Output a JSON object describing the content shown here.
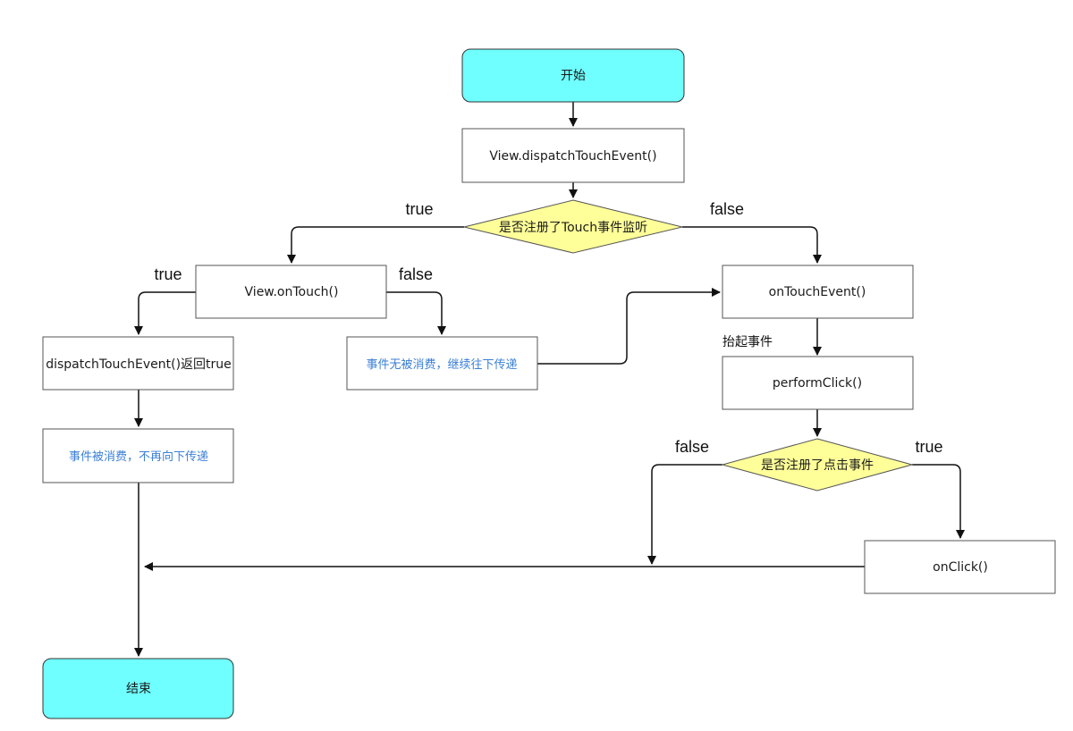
{
  "colors": {
    "terminal_fill": "#6fffff",
    "decision_fill": "#ffff99",
    "process_fill": "#ffffff",
    "stroke": "#333333",
    "note_text": "#3b7fd6",
    "text": "#1a1a1a"
  },
  "nodes": {
    "start": {
      "label": "开始"
    },
    "dispatch": {
      "label": "View.dispatchTouchEvent()"
    },
    "has_touch_listener": {
      "label": "是否注册了Touch事件监听"
    },
    "on_touch": {
      "label": "View.onTouch()"
    },
    "on_touch_event": {
      "label": "onTouchEvent()"
    },
    "dispatch_returns_true": {
      "label": "dispatchTouchEvent()返回true"
    },
    "not_consumed": {
      "label": "事件无被消费，继续往下传递"
    },
    "perform_click": {
      "label": "performClick()"
    },
    "consumed": {
      "label": "事件被消费，不再向下传递"
    },
    "has_click_listener": {
      "label": "是否注册了点击事件"
    },
    "on_click": {
      "label": "onClick()"
    },
    "end": {
      "label": "结束"
    }
  },
  "edge_labels": {
    "touch_listener_true": "true",
    "touch_listener_false": "false",
    "on_touch_true": "true",
    "on_touch_false": "false",
    "lift_event": "抬起事件",
    "click_listener_false": "false",
    "click_listener_true": "true"
  }
}
